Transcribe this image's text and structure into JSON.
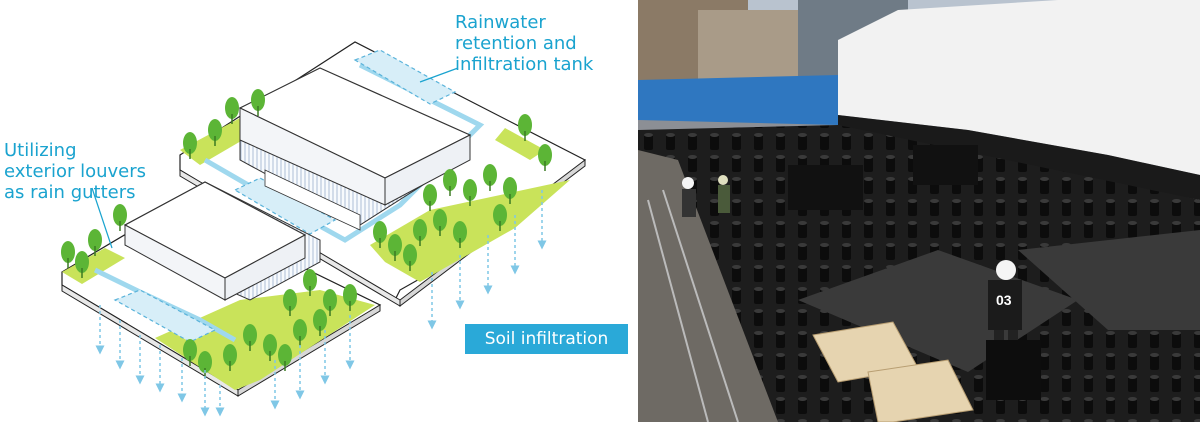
{
  "labels": {
    "tank": "Rainwater\nretention and\ninfiltration tank",
    "louvers": "Utilizing\nexterior louvers\nas rain gutters",
    "soil": "Soil infiltration"
  },
  "photo": {
    "worker_number": "03"
  },
  "colors": {
    "accent_blue": "#1aa3cf",
    "label_box": "#2aa9d8",
    "green_lawn": "#c9e35a",
    "tree_green": "#5cb536",
    "water": "#9fd8ee"
  }
}
